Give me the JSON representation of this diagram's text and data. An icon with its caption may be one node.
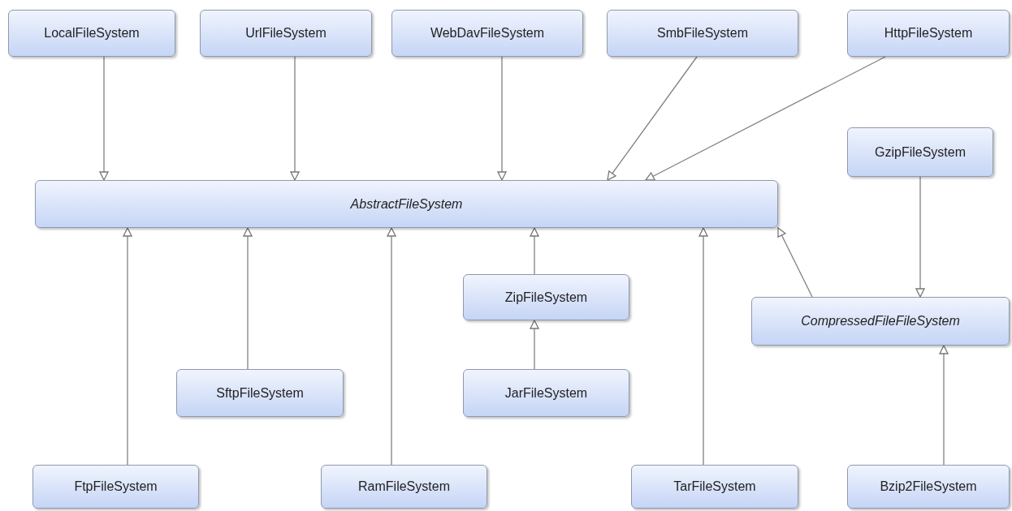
{
  "diagram": {
    "nodes": [
      {
        "text": [
          "LocalFileSystem"
        ]
      },
      {
        "text": [
          "UrlFileSystem"
        ]
      },
      {
        "text": [
          "WebDavFileSystem"
        ]
      },
      {
        "text": [
          "SmbFileSystem"
        ]
      },
      {
        "text": [
          "HttpFileSystem"
        ]
      },
      {
        "text": [
          "GzipFileSystem"
        ]
      },
      {
        "text": [
          "AbstractFileSystem"
        ]
      },
      {
        "text": [
          "ZipFileSystem"
        ]
      },
      {
        "text": [
          "CompressedFileFileSystem"
        ]
      },
      {
        "text": [
          "SftpFileSystem"
        ]
      },
      {
        "text": [
          "JarFileSystem"
        ]
      },
      {
        "text": [
          "FtpFileSystem"
        ]
      },
      {
        "text": [
          "RamFileSystem"
        ]
      },
      {
        "text": [
          "TarFileSystem"
        ]
      },
      {
        "text": [
          "Bzip2FileSystem"
        ]
      }
    ],
    "edges": [
      {
        "from": 0,
        "to": 6,
        "arrow": "to"
      },
      {
        "from": 1,
        "to": 6,
        "arrow": "to"
      },
      {
        "from": 2,
        "to": 6,
        "arrow": "to"
      },
      {
        "from": 3,
        "to": 6,
        "arrow": "to"
      },
      {
        "from": 4,
        "to": 6,
        "arrow": "to"
      },
      {
        "from": 5,
        "to": 8,
        "arrow": "to"
      },
      {
        "from": 11,
        "to": 6,
        "arrow": "to"
      },
      {
        "from": 9,
        "to": 6,
        "arrow": "to"
      },
      {
        "from": 12,
        "to": 6,
        "arrow": "to"
      },
      {
        "from": 7,
        "to": 6,
        "arrow": "to"
      },
      {
        "from": 10,
        "to": 7,
        "arrow": "to"
      },
      {
        "from": 13,
        "to": 6,
        "arrow": "to"
      },
      {
        "from": 8,
        "to": 6,
        "arrow": "to"
      },
      {
        "from": 14,
        "to": 8,
        "arrow": "to"
      }
    ]
  }
}
